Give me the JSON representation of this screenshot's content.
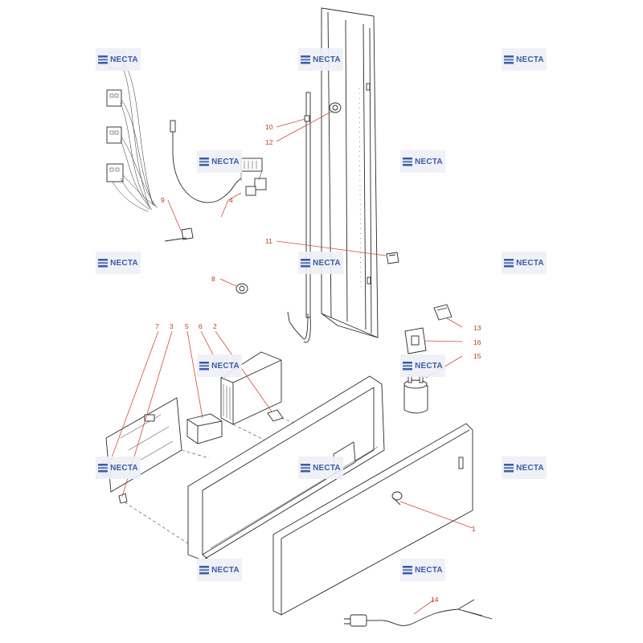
{
  "brand": {
    "watermark_text": "NECTA",
    "watermark_color": "#3b5ba8",
    "label_color": "#c0392b"
  },
  "labels": {
    "p1": "1",
    "p2": "2",
    "p3": "3",
    "p4": "4",
    "p5": "5",
    "p6": "6",
    "p7": "7",
    "p8": "8",
    "p9": "9",
    "p10": "10",
    "p11": "11",
    "p12": "12",
    "p13": "13",
    "p14": "14",
    "p15": "15",
    "p16": "16"
  }
}
